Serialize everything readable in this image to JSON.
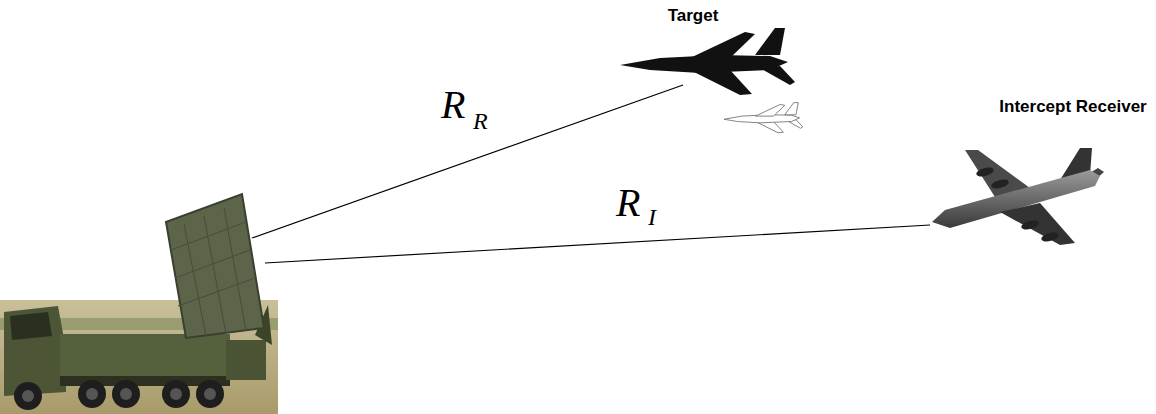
{
  "diagram": {
    "labels": [
      "Target",
      "Intercept Receiver",
      "R",
      "R",
      "R",
      "I"
    ]
  }
}
